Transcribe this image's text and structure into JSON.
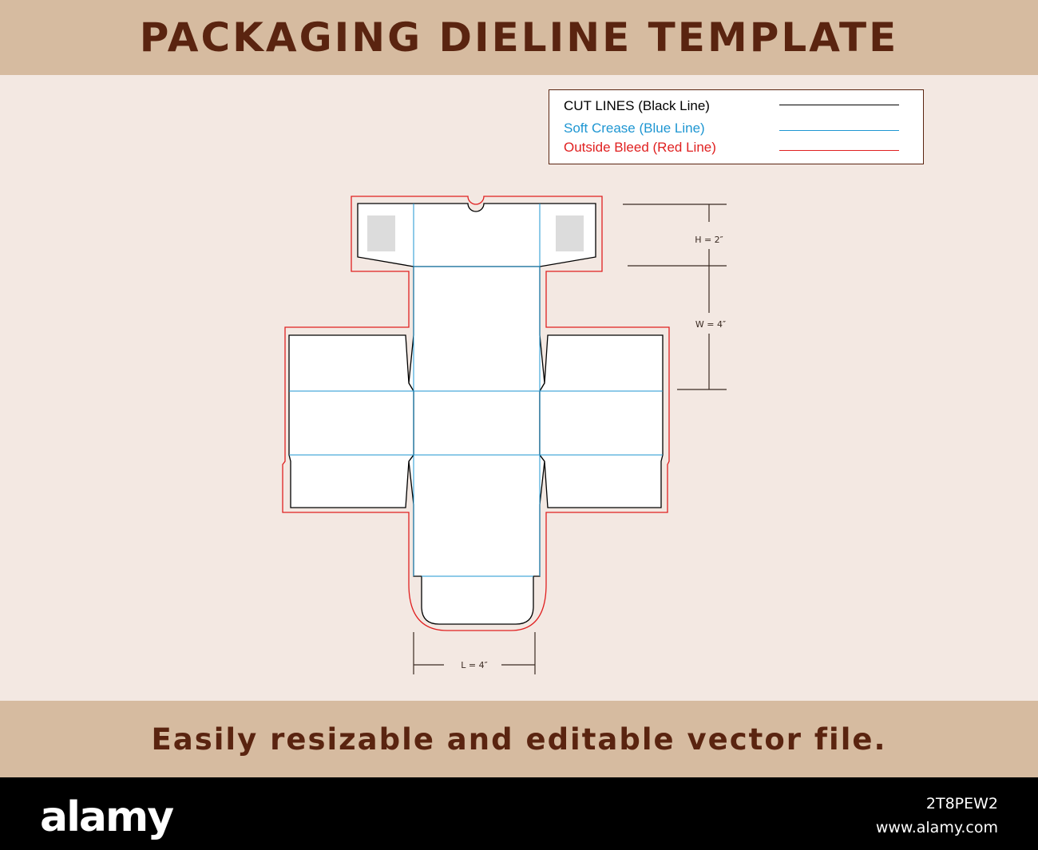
{
  "header": {
    "title": "PACKAGING DIELINE TEMPLATE"
  },
  "legend": {
    "items": [
      {
        "label": "CUT LINES (Black Line)",
        "color": "#000000"
      },
      {
        "label": "Soft Crease (Blue Line)",
        "color": "#1e96d2"
      },
      {
        "label": "Outside Bleed (Red Line)",
        "color": "#e02020"
      }
    ]
  },
  "dimensions": {
    "height": "H = 2″",
    "width": "W = 4″",
    "length": "L = 4″"
  },
  "footer": {
    "caption": "Easily resizable and editable vector file."
  },
  "bottom_bar": {
    "logo": "alamy",
    "image_id": "2T8PEW2",
    "site": "www.alamy.com"
  },
  "colors": {
    "banner": "#d6bba0",
    "banner_text": "#5a2410",
    "background": "#f3e8e2",
    "cut": "#000000",
    "crease": "#1e96d2",
    "bleed": "#e02020",
    "glue_area": "#dcdcdc"
  }
}
